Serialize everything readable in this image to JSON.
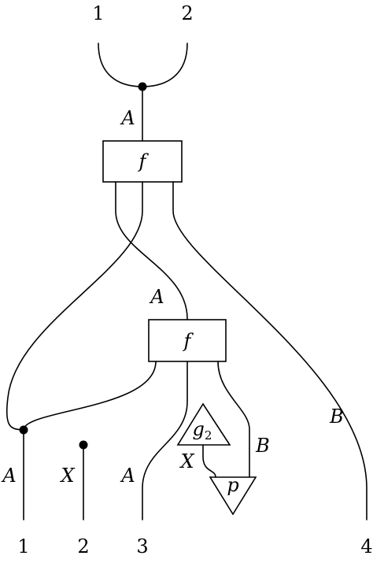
{
  "top_ports": [
    "1",
    "2"
  ],
  "bottom_ports": [
    "1",
    "2",
    "3",
    "4"
  ],
  "box_upper": "f",
  "box_lower": "f",
  "triangle_g": {
    "base": "g",
    "subscript": "2"
  },
  "triangle_p": "p",
  "wire_labels": {
    "input_top": "A",
    "middle": "A",
    "right_outer": "B",
    "inner_right": "B",
    "g_to_p": "X",
    "out1": "A",
    "out2": "X",
    "out3": "A"
  }
}
